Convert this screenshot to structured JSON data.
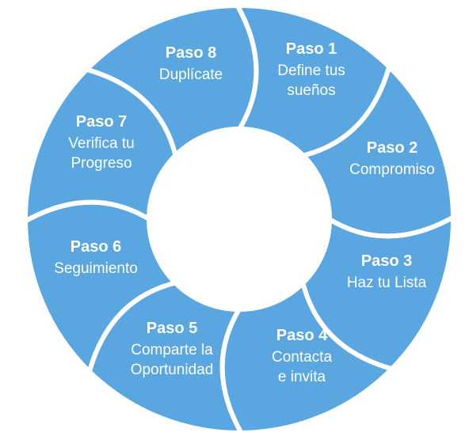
{
  "colors": {
    "segment_fill": "#5aa6e0",
    "segment_edge": "#ffffff",
    "text": "#ffffff",
    "background": "#ffffff"
  },
  "steps": [
    {
      "title": "Paso 1",
      "lines": [
        "Define tus",
        "sueños"
      ]
    },
    {
      "title": "Paso 2",
      "lines": [
        "Compromiso"
      ]
    },
    {
      "title": "Paso 3",
      "lines": [
        "Haz tu Lista"
      ]
    },
    {
      "title": "Paso 4",
      "lines": [
        "Contacta",
        "e invita"
      ]
    },
    {
      "title": "Paso 5",
      "lines": [
        "Comparte la",
        "Oportunidad"
      ]
    },
    {
      "title": "Paso 6",
      "lines": [
        "Seguimiento"
      ]
    },
    {
      "title": "Paso 7",
      "lines": [
        "Verifica tu",
        "Progreso"
      ]
    },
    {
      "title": "Paso 8",
      "lines": [
        "Duplícate"
      ]
    }
  ]
}
